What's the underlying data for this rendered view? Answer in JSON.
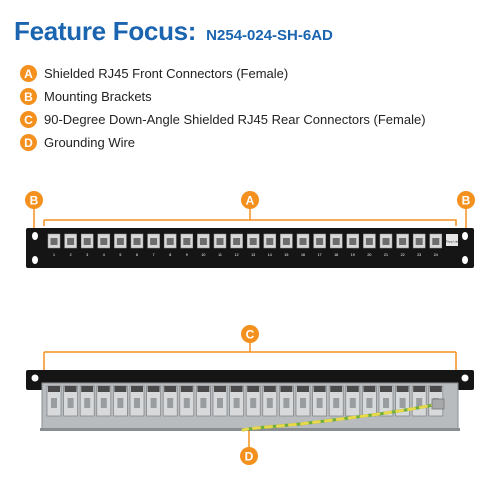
{
  "header": {
    "title": "Feature Focus:",
    "model": "N254-024-SH-6AD"
  },
  "features": [
    {
      "letter": "A",
      "text": "Shielded RJ45 Front Connectors (Female)"
    },
    {
      "letter": "B",
      "text": "Mounting Brackets"
    },
    {
      "letter": "C",
      "text": "90-Degree Down-Angle Shielded RJ45 Rear Connectors (Female)"
    },
    {
      "letter": "D",
      "text": "Grounding Wire"
    }
  ],
  "callouts": {
    "left_bracket": "B",
    "front_connectors": "A",
    "right_bracket": "B",
    "rear_connectors": "C",
    "ground_wire": "D"
  },
  "front_panel": {
    "port_numbers": [
      "1",
      "2",
      "3",
      "4",
      "5",
      "6",
      "7",
      "8",
      "9",
      "10",
      "11",
      "12",
      "13",
      "14",
      "15",
      "16",
      "17",
      "18",
      "19",
      "20",
      "21",
      "22",
      "23",
      "24"
    ],
    "logo_text": "Tripp Lite"
  },
  "colors": {
    "title_blue": "#1a64b0",
    "badge_orange": "#f4901e",
    "panel_black": "#151515",
    "metal_gray": "#b9bcbf",
    "wire_green": "#6fae3c",
    "wire_yellow": "#e8d84a"
  }
}
